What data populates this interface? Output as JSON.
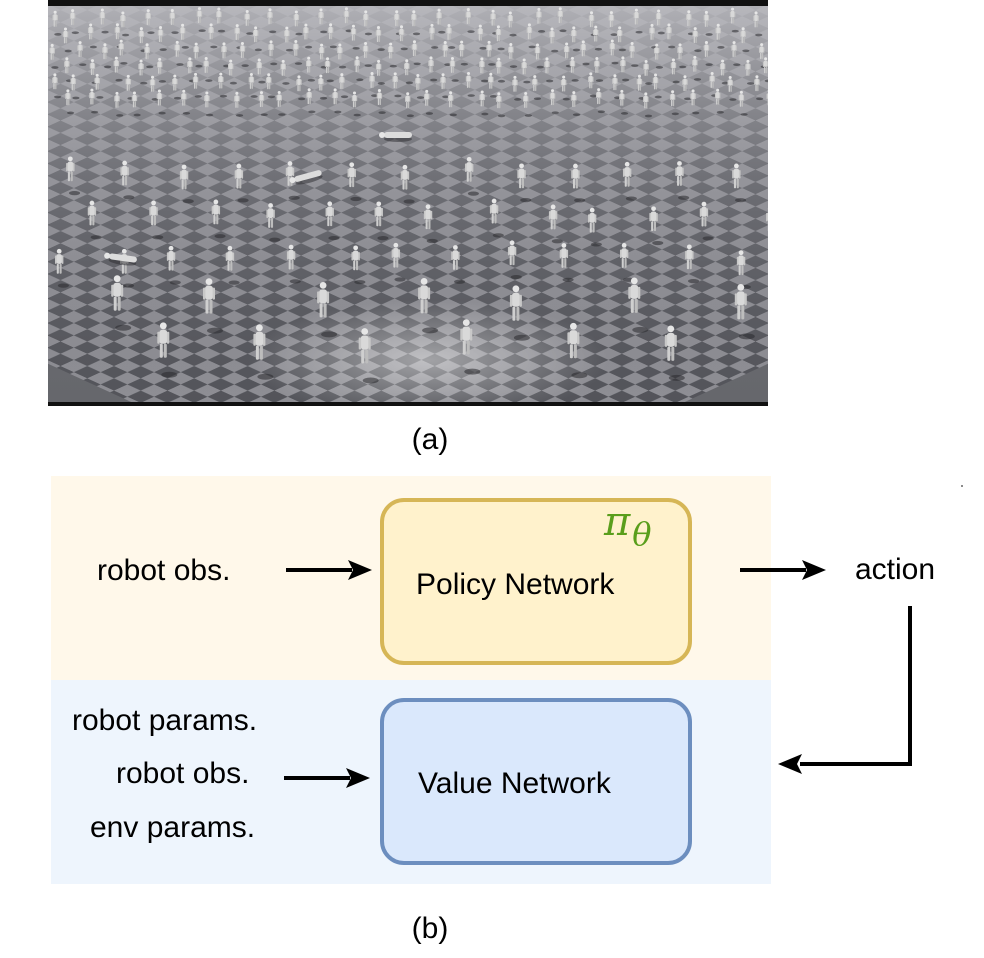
{
  "captions": {
    "a": "(a)",
    "b": "(b)"
  },
  "sim_image": {
    "icon": "simulated-humanoid-robots-on-checkerboard-floor"
  },
  "policy": {
    "inputs": [
      "robot obs."
    ],
    "network_label": "Policy Network",
    "symbol": "π",
    "symbol_subscript": "θ",
    "output": "action"
  },
  "value": {
    "inputs": [
      "robot params.",
      "robot obs.",
      "env params."
    ],
    "network_label": "Value Network"
  },
  "colors": {
    "policy_band": "#fff8ea",
    "policy_box_fill": "#fff2cc",
    "policy_box_border": "#d6b656",
    "value_band": "#eef5fd",
    "value_box_fill": "#dae8fc",
    "value_box_border": "#6c8ebf",
    "symbol": "#5a9e1b"
  }
}
